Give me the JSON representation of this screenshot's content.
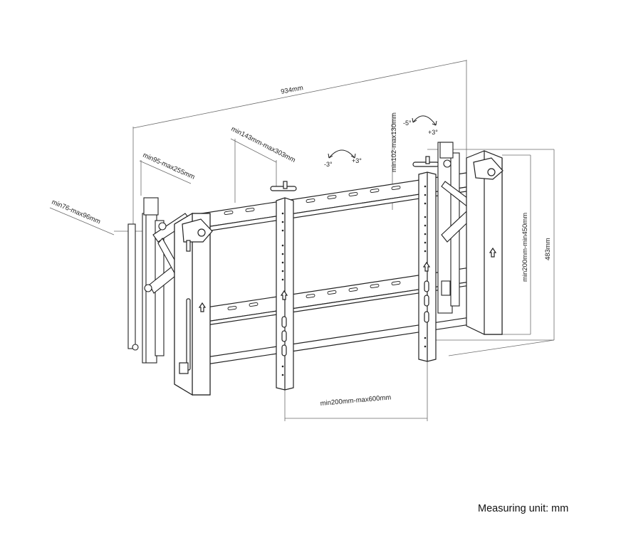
{
  "dimensions": {
    "overall_width": "934mm",
    "depth_range": "min143mm-max303mm",
    "pop_out_range": "min95-max255mm",
    "min_depth_range": "min76-max96mm",
    "arm_offset_range": "min102-max130mm",
    "vertical_span": "min200mm-min450mm",
    "height": "483mm",
    "horizontal_span": "min200mm-max600mm"
  },
  "tilt": {
    "left_neg": "-3°",
    "left_pos": "+3°",
    "right_neg": "-5°",
    "right_pos": "+3°"
  },
  "footer": {
    "measuring_unit": "Measuring unit: mm"
  }
}
